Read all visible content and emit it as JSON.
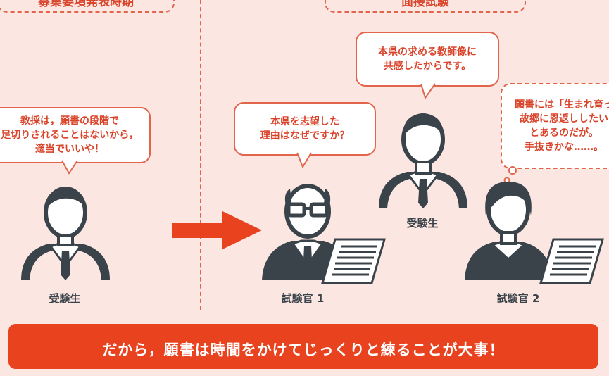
{
  "headers": {
    "left": "募集要項発表時期",
    "right": "面接試験"
  },
  "bubbles": {
    "student_left": [
      "教採は，願書の段階で",
      "足切りされることはないから，",
      "適当でいいや！"
    ],
    "examiner1": [
      "本県を志望した",
      "理由はなぜですか？"
    ],
    "student_right": [
      "本県の求める教師像に",
      "共感したからです。"
    ],
    "examiner2": [
      "願書には「生まれ育っ",
      "故郷に恩返ししたい",
      "とあるのだが。",
      "手抜きかな……。"
    ]
  },
  "labels": {
    "student_left": "受験生",
    "examiner1": "試験官 1",
    "student_right": "受験生",
    "examiner2": "試験官 2"
  },
  "banner": "だから，願書は時間をかけてじっくりと練ることが大事！",
  "colors": {
    "background": "#fbe6e1",
    "accent": "#e8421f",
    "figure": "#3b434a"
  }
}
